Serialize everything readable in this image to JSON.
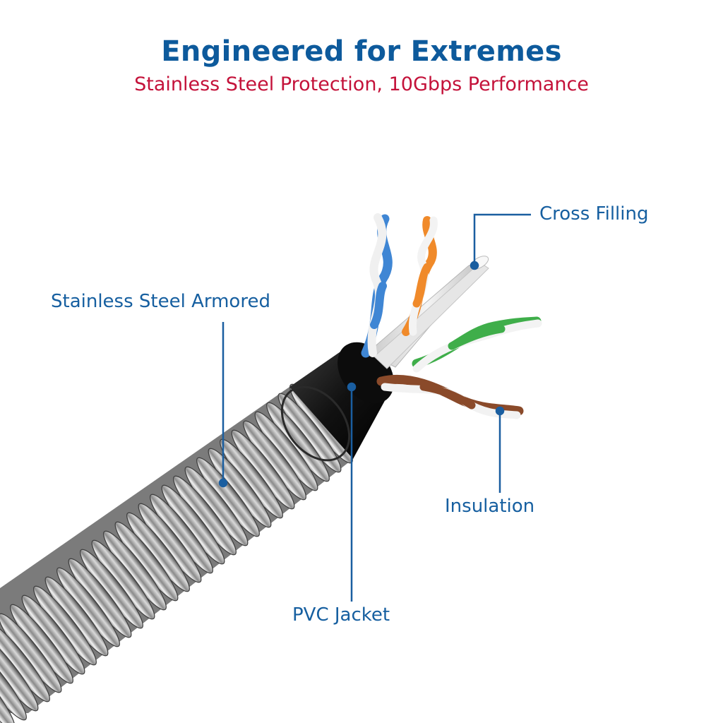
{
  "header": {
    "title": "Engineered for Extremes",
    "subtitle": "Stainless Steel Protection, 10Gbps Performance"
  },
  "callouts": {
    "armor": "Stainless Steel Armored",
    "cross_filling": "Cross Filling",
    "insulation": "Insulation",
    "pvc_jacket": "PVC Jacket"
  },
  "colors": {
    "title": "#0d5a9c",
    "subtitle": "#c4123a",
    "label": "#165fa0",
    "leader_line": "#1a5ea0"
  },
  "wire_pairs": [
    "blue",
    "orange",
    "green",
    "brown"
  ]
}
